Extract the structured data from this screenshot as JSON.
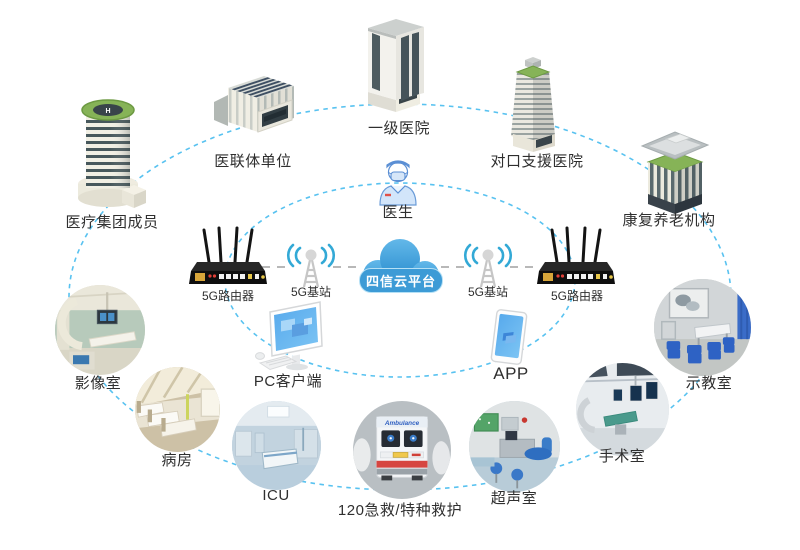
{
  "colors": {
    "dash_blue": "#58c2f0",
    "link_gray": "#b8b8b8",
    "cloud_blue": "#2f95d2",
    "label_text": "#2f2f2f",
    "router_black": "#101010",
    "green_roof": "#86b357"
  },
  "platform": {
    "label": "四信云平台"
  },
  "doctor": {
    "label": "医生"
  },
  "network": {
    "routers": [
      {
        "label": "5G路由器"
      },
      {
        "label": "5G路由器"
      }
    ],
    "base_stations": [
      {
        "label": "5G基站"
      },
      {
        "label": "5G基站"
      }
    ]
  },
  "buildings": [
    {
      "id": "medical-group-member",
      "label": "医疗集团成员",
      "helipad_letter": "H"
    },
    {
      "id": "medical-alliance-unit",
      "label": "医联体单位"
    },
    {
      "id": "first-level-hospital",
      "label": "一级医院"
    },
    {
      "id": "counterpart-support-hospital",
      "label": "对口支援医院"
    },
    {
      "id": "rehab-elderly-care",
      "label": "康复养老机构"
    }
  ],
  "clients": [
    {
      "id": "pc-client",
      "label": "PC客户端"
    },
    {
      "id": "app",
      "label": "APP"
    }
  ],
  "rooms": [
    {
      "id": "imaging-room",
      "label": "影像室"
    },
    {
      "id": "ward",
      "label": "病房"
    },
    {
      "id": "icu",
      "label": "ICU"
    },
    {
      "id": "emergency",
      "label": "120急救/特种救护",
      "photo_text": "Ambulance"
    },
    {
      "id": "ultrasound-room",
      "label": "超声室"
    },
    {
      "id": "operating-room",
      "label": "手术室"
    },
    {
      "id": "demo-room",
      "label": "示教室"
    }
  ]
}
